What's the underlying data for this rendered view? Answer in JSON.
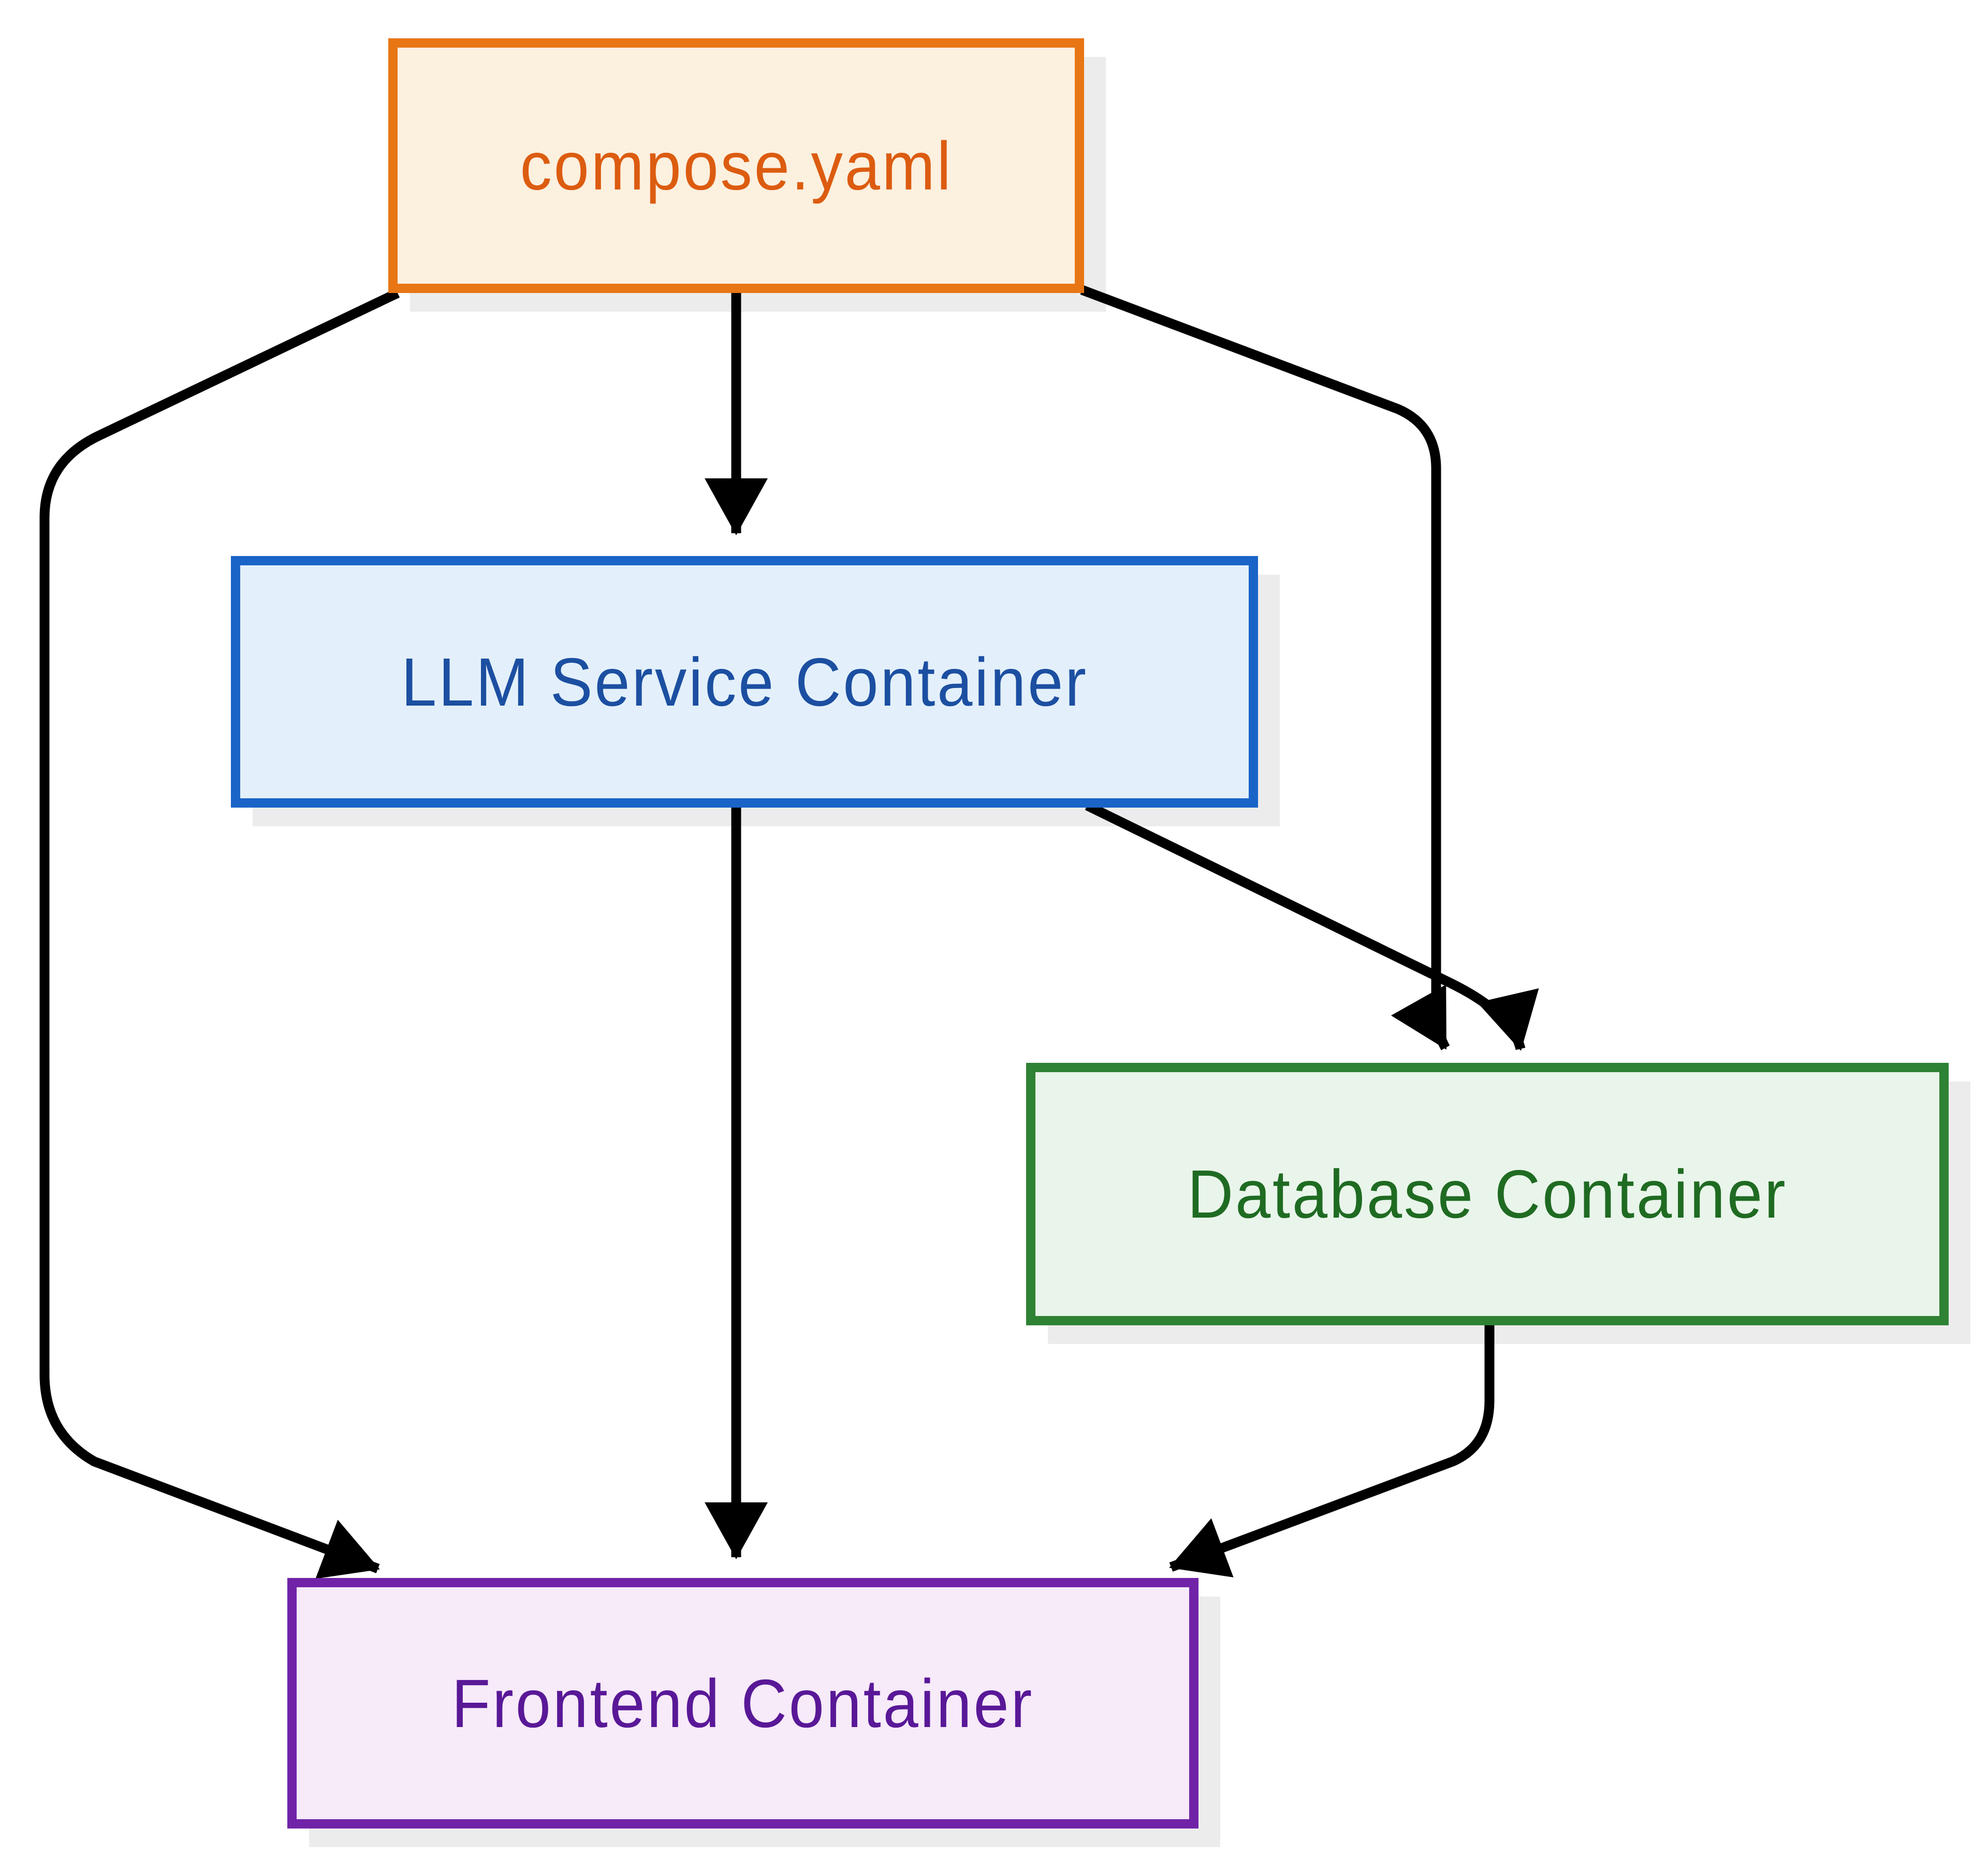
{
  "diagram": {
    "background_color": "#ffffff",
    "edge_color": "#000000",
    "edge_stroke_width": 19,
    "shadow_color": "#ececec",
    "nodes": [
      {
        "id": "compose",
        "label": "compose.yaml",
        "border_color": "#e87614",
        "fill_color": "#fcf0df",
        "text_color": "#dc5c10"
      },
      {
        "id": "llm",
        "label": "LLM Service Container",
        "border_color": "#1a64c8",
        "fill_color": "#e3f0fb",
        "text_color": "#1c4fa1"
      },
      {
        "id": "db",
        "label": "Database Container",
        "border_color": "#2e8234",
        "fill_color": "#e9f5ea",
        "text_color": "#1f6b22"
      },
      {
        "id": "frontend",
        "label": "Frontend Container",
        "border_color": "#7123a8",
        "fill_color": "#f7eaf9",
        "text_color": "#591897"
      }
    ],
    "edges": [
      {
        "from": "compose",
        "to": "llm"
      },
      {
        "from": "compose",
        "to": "frontend"
      },
      {
        "from": "compose",
        "to": "db"
      },
      {
        "from": "llm",
        "to": "db"
      },
      {
        "from": "llm",
        "to": "frontend"
      },
      {
        "from": "db",
        "to": "frontend"
      }
    ]
  }
}
